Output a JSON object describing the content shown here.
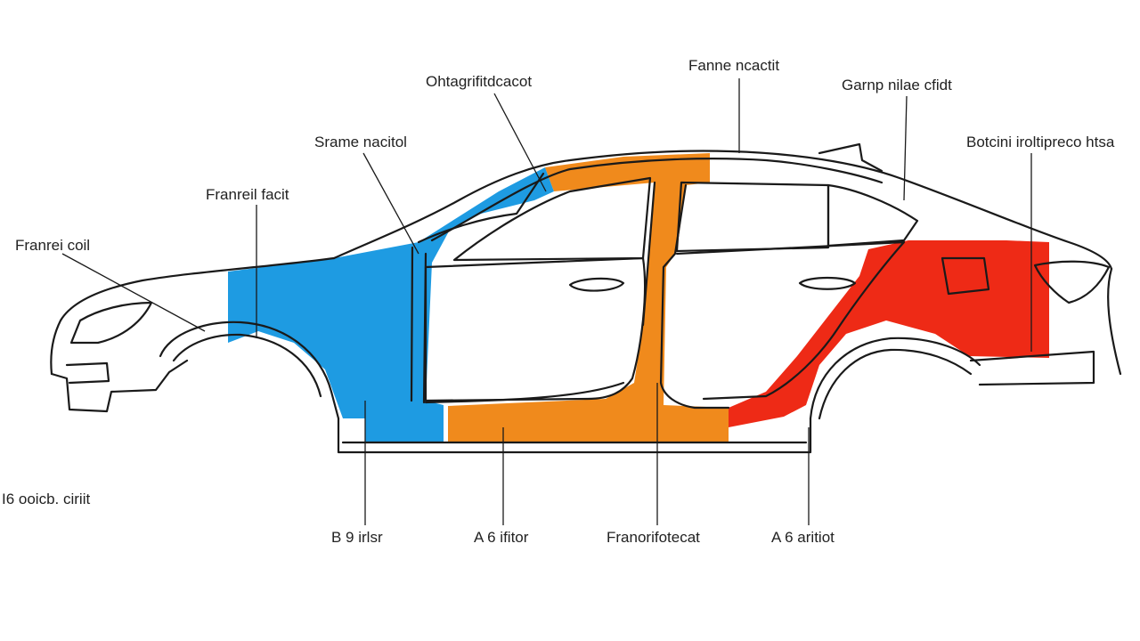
{
  "colors": {
    "blue_panel": "#1e9be2",
    "orange_panel": "#f08a1c",
    "red_panel": "#ee2a16",
    "outline": "#1a1a1a",
    "label_text": "#222222"
  },
  "labels": {
    "top": {
      "frame_roof": "Fanne ncactit",
      "center_roof": "Ohtagrifitdcacot",
      "rear_roof": "Garnp nilae cfidt",
      "rear_quarter": "Botcini iroltipreco htsa",
      "scame_pillar": "Srame nacitol",
      "front_pillar": "Franreil facit",
      "front_coil": "Franrei coil"
    },
    "bottom": {
      "b_pillar": "B 9 irlsr",
      "a_pillar": "A 6 ifitor",
      "front_footer": "Franorifotecat",
      "a_rear": "A 6 aritiot"
    },
    "side_note": "I6 ooicb. ciriit"
  }
}
